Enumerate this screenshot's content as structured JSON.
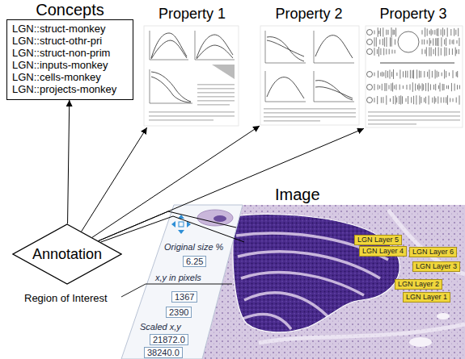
{
  "diagram": {
    "nodes": [
      {
        "text": [
          "Concepts",
          "LGN::struct-monkey",
          "LGN::struct-othr-pri",
          "LGN::struct-non-prim",
          "LGN::inputs-monkey",
          "LGN::cells-monkey",
          "LGN::projects-monkey"
        ]
      },
      {
        "text": [
          "Property 1"
        ]
      },
      {
        "text": [
          "Property 2"
        ]
      },
      {
        "text": [
          "Property 3"
        ]
      },
      {
        "text": [
          "Annotation"
        ]
      },
      {
        "text": [
          "Image"
        ]
      },
      {
        "text": [
          "LGN Layer 5"
        ],
        "in": 5
      },
      {
        "text": [
          "LGN Layer 4"
        ],
        "in": 5
      },
      {
        "text": [
          "LGN Layer 6"
        ],
        "in": 5
      },
      {
        "text": [
          "LGN Layer 3"
        ],
        "in": 5
      },
      {
        "text": [
          "LGN Layer 2"
        ],
        "in": 5
      },
      {
        "text": [
          "LGN Layer 1"
        ],
        "in": 5
      }
    ],
    "edges": [
      {
        "from": 4,
        "to": 0,
        "arrow": "to"
      },
      {
        "from": 4,
        "to": 1,
        "arrow": "to"
      },
      {
        "from": 4,
        "to": 2,
        "arrow": "to"
      },
      {
        "from": 4,
        "to": 3,
        "arrow": "to"
      },
      {
        "from": 4,
        "to": 5,
        "arrow": "none"
      },
      {
        "from": 4,
        "to": 5,
        "arrow": "none"
      }
    ],
    "labels": [
      "Region of Interest",
      "Original size %",
      "6.25",
      "x,y in pixels",
      "1367",
      "2390",
      "Scaled x,y",
      "21872.0",
      "38240.0"
    ]
  }
}
